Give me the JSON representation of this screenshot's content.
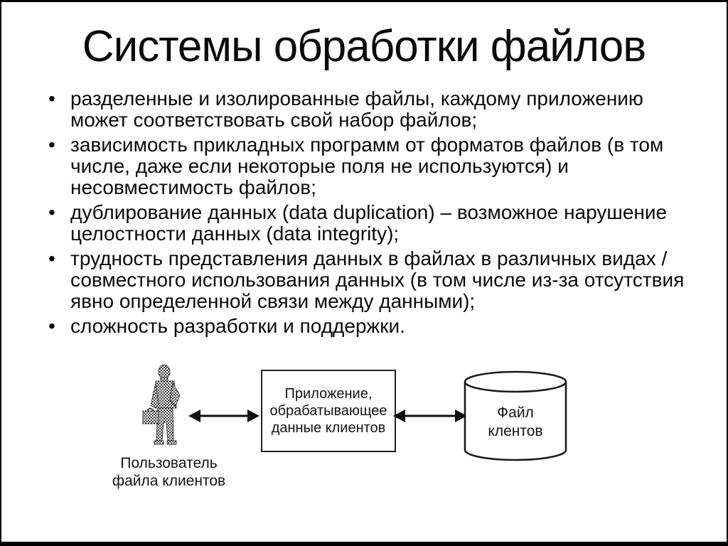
{
  "slide": {
    "title": "Системы обработки файлов",
    "bullet_glyph": "•",
    "bullets": [
      "разделенные и изолированные файлы, каждому приложению может соответствовать свой набор файлов;",
      "зависимость прикладных программ от форматов файлов (в том числе, даже если некоторые поля не используются) и несовместимость файлов;",
      "дублирование данных (data duplication) – возможное нарушение целостности данных (data integrity);",
      "трудность представления данных в файлах в различных видах / совместного использования данных (в том числе из-за отсутствия явно определенной связи между данными);",
      "сложность разработки и поддержки."
    ],
    "diagram": {
      "user_label": "Пользователь\nфайла клиентов",
      "app_box_label": "Приложение,\nобрабатывающее\nданные клиентов",
      "cylinder_label": "Файл\nклентов"
    },
    "colors": {
      "background": "#ffffff",
      "text": "#000000",
      "border": "#000000"
    }
  }
}
